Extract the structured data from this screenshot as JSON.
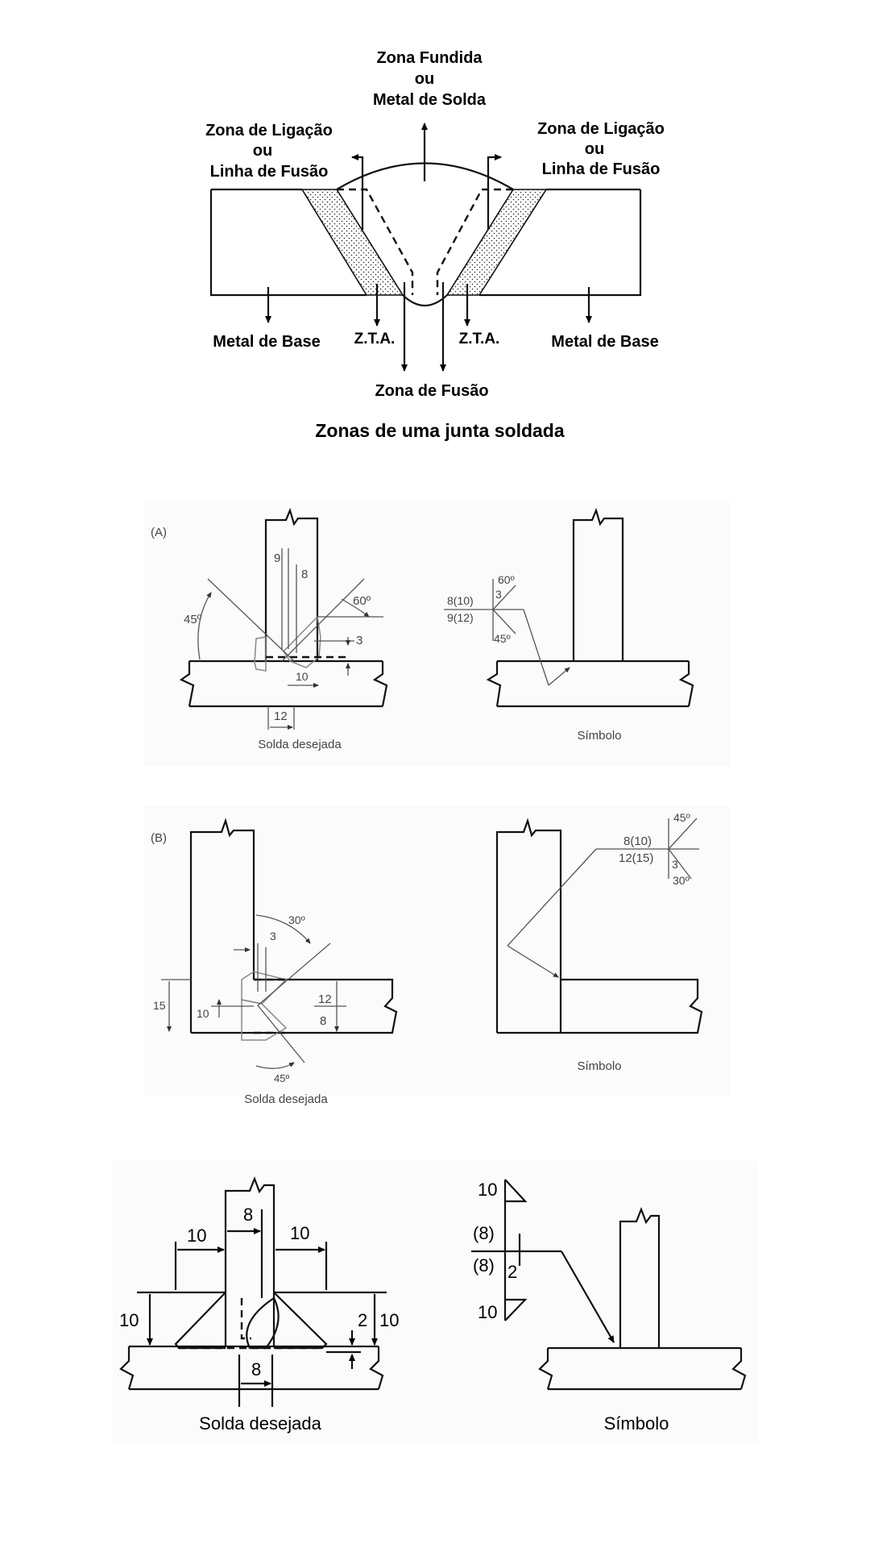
{
  "fig1": {
    "top_label": [
      "Zona Fundida",
      "ou",
      "Metal de Solda"
    ],
    "left_label": [
      "Zona de Ligação",
      "ou",
      "Linha de Fusão"
    ],
    "right_label": [
      "Zona de Ligação",
      "ou",
      "Linha de Fusão"
    ],
    "metal_base_left": "Metal de Base",
    "metal_base_right": "Metal de Base",
    "zta_left": "Z.T.A.",
    "zta_right": "Z.T.A.",
    "zona_fusao": "Zona de Fusão",
    "caption": "Zonas de uma junta soldada"
  },
  "figA": {
    "tag": "(A)",
    "dim_9": "9",
    "dim_8": "8",
    "angle_60": "60º",
    "angle_45": "45º",
    "dim_3": "3",
    "dim_10": "10",
    "dim_12": "12",
    "caption_left": "Solda desejada",
    "sym_60": "60º",
    "sym_3": "3",
    "sym_top": "8(10)",
    "sym_bottom": "9(12)",
    "sym_45": "45º",
    "caption_right": "Símbolo"
  },
  "figB": {
    "tag": "(B)",
    "angle_30": "30º",
    "dim_3": "3",
    "dim_15": "15",
    "dim_10": "10",
    "dim_12": "12",
    "dim_8": "8",
    "angle_45": "45º",
    "caption_left": "Solda desejada",
    "sym_45": "45º",
    "sym_top": "8(10)",
    "sym_bottom": "12(15)",
    "sym_3": "3",
    "sym_30": "30º",
    "caption_right": "Símbolo"
  },
  "figC": {
    "dim_8_top": "8",
    "dim_10_left": "10",
    "dim_10_right": "10",
    "dim_10_vleft": "10",
    "dim_10_vright": "10",
    "dim_2": "2",
    "dim_8_bottom": "8",
    "caption_left": "Solda desejada",
    "sym_10_top": "10",
    "sym_8_top": "(8)",
    "sym_8_bottom": "(8)",
    "sym_2": "2",
    "sym_10_bottom": "10",
    "caption_right": "Símbolo"
  }
}
